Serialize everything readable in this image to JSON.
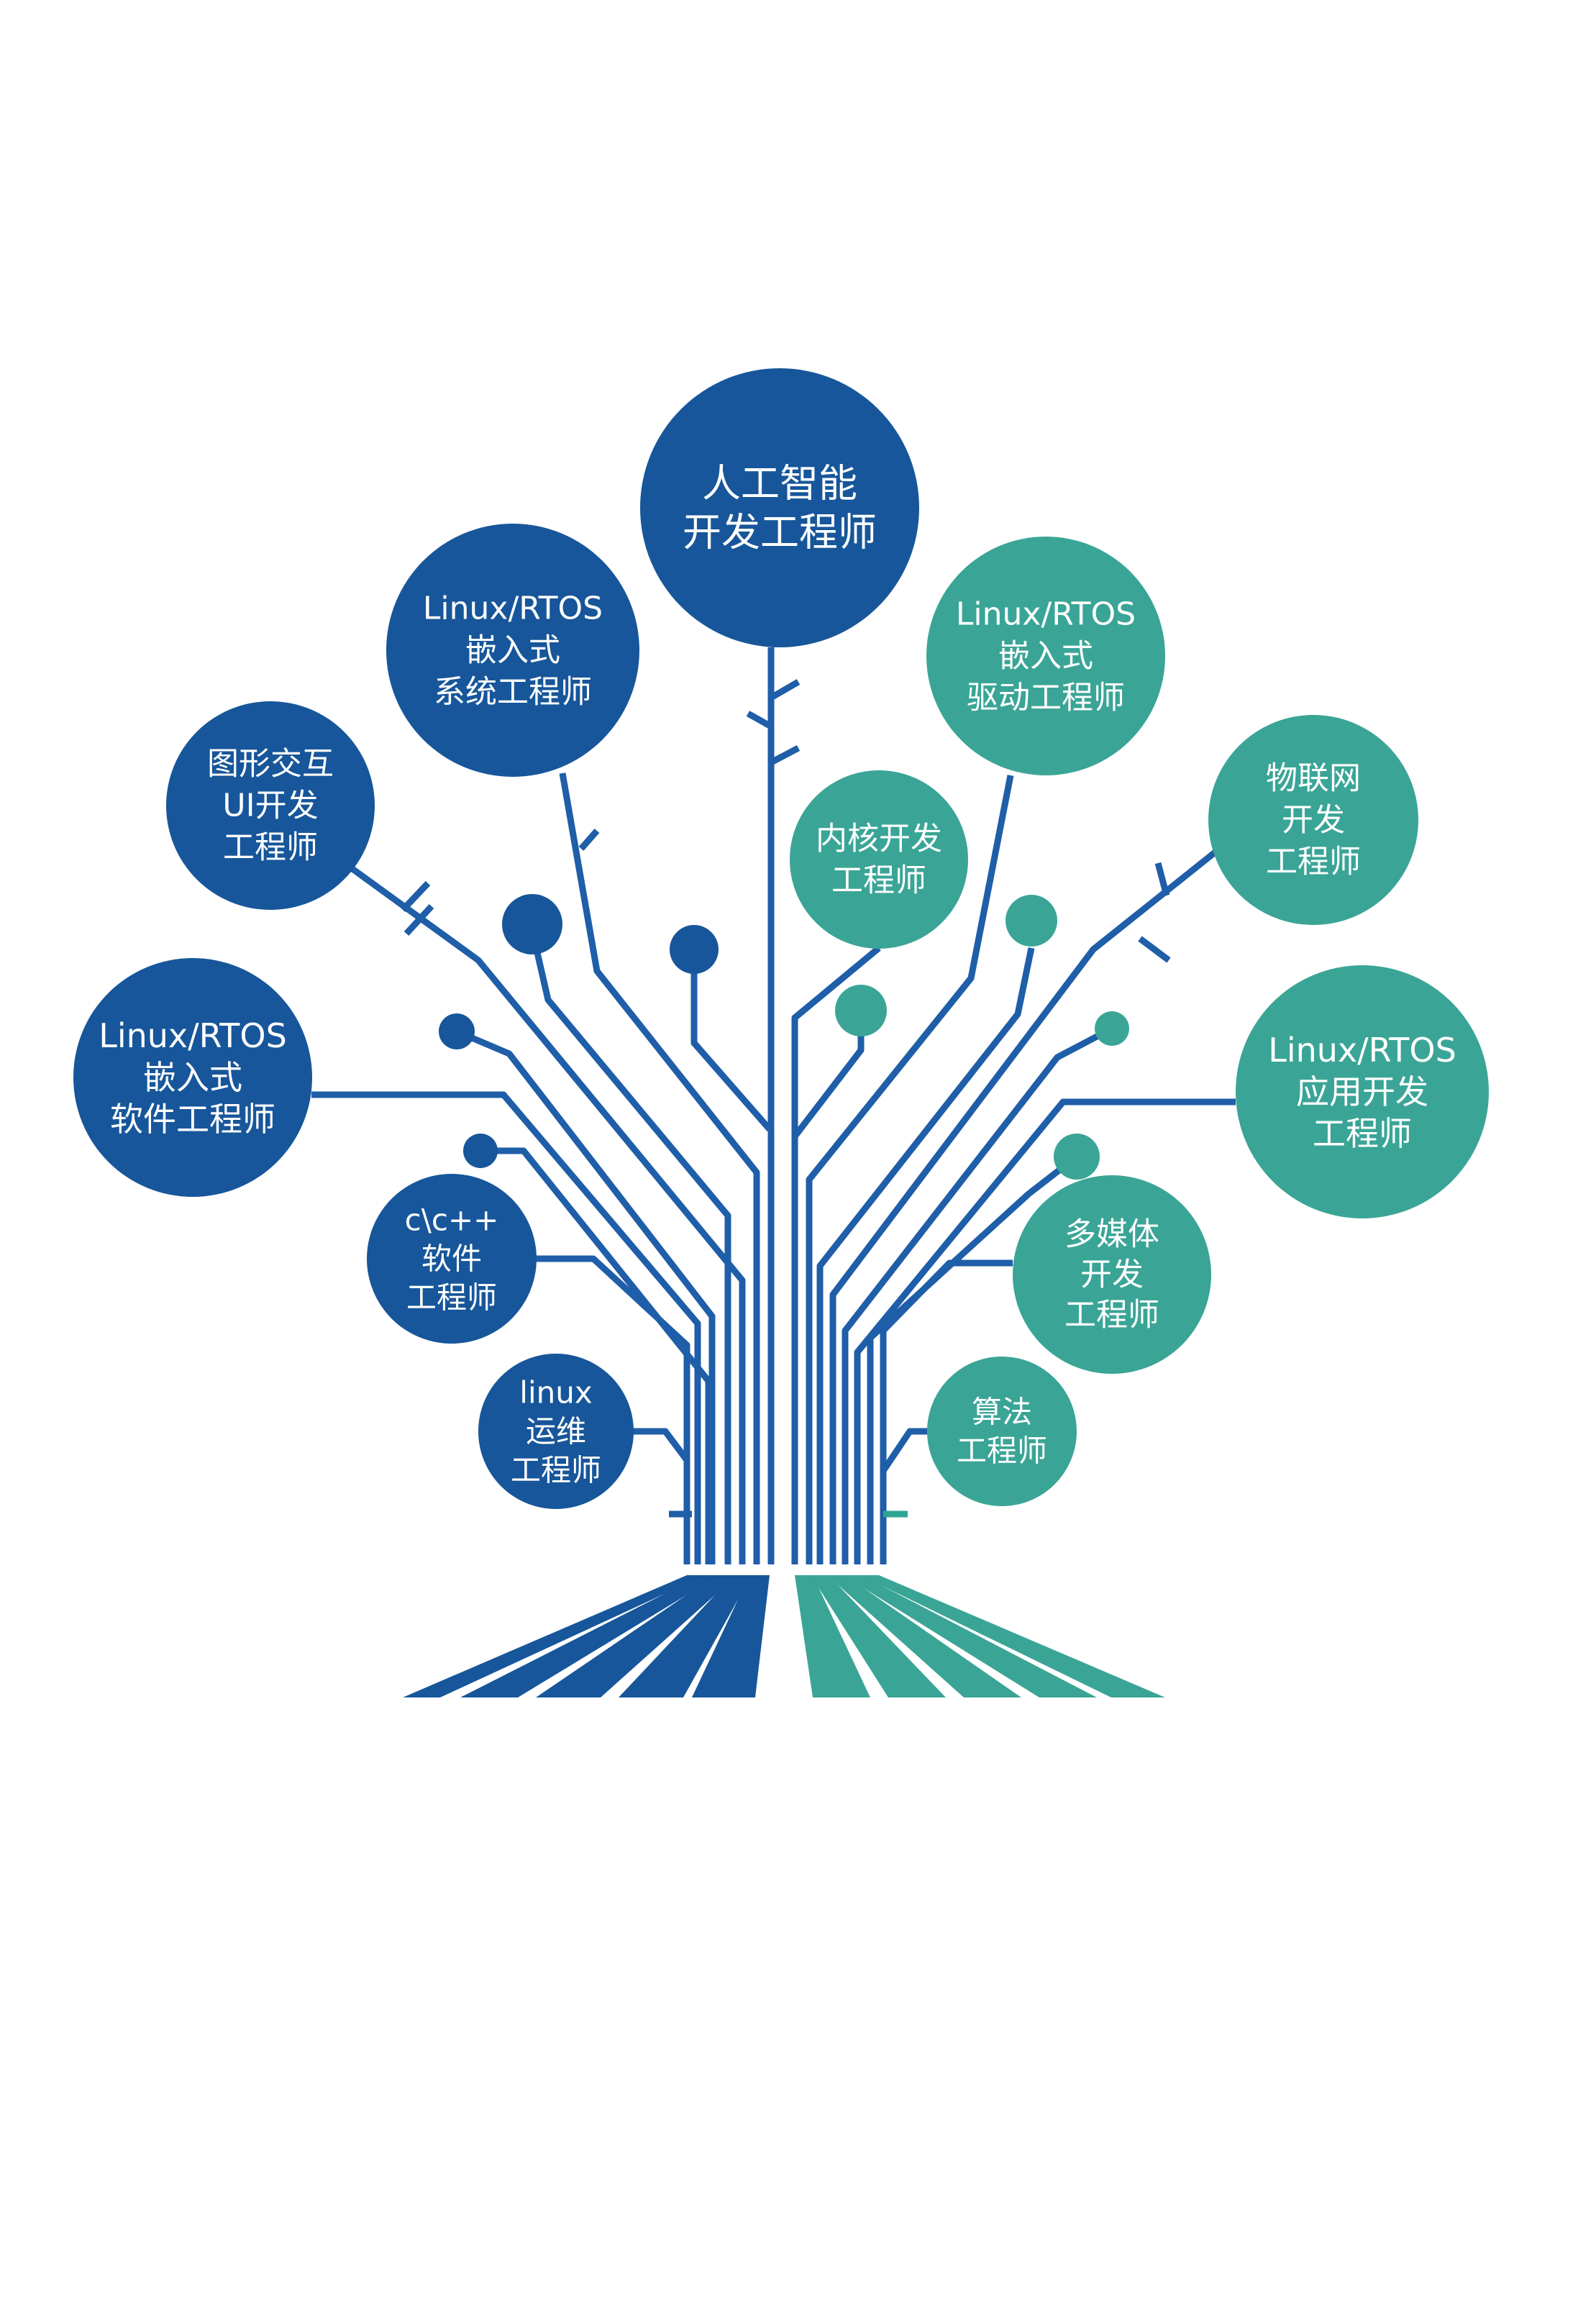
{
  "colors": {
    "blue": "#17569A",
    "teal": "#3AA596",
    "wire_blue": "#1F5EA8",
    "wire_teal": "#2FA593",
    "background": "#FFFFFF"
  },
  "nodes": [
    {
      "id": "ai",
      "lines": [
        "人工智能",
        "开发工程师"
      ],
      "color": "blue"
    },
    {
      "id": "embedded-system",
      "lines": [
        "Linux/RTOS",
        "嵌入式",
        "系统工程师"
      ],
      "color": "blue"
    },
    {
      "id": "embedded-driver",
      "lines": [
        "Linux/RTOS",
        "嵌入式",
        "驱动工程师"
      ],
      "color": "teal"
    },
    {
      "id": "gui",
      "lines": [
        "图形交互",
        "UI开发",
        "工程师"
      ],
      "color": "blue"
    },
    {
      "id": "kernel",
      "lines": [
        "内核开发",
        "工程师"
      ],
      "color": "teal"
    },
    {
      "id": "iot",
      "lines": [
        "物联网",
        "开发",
        "工程师"
      ],
      "color": "teal"
    },
    {
      "id": "embedded-software",
      "lines": [
        "Linux/RTOS",
        "嵌入式",
        "软件工程师"
      ],
      "color": "blue"
    },
    {
      "id": "application",
      "lines": [
        "Linux/RTOS",
        "应用开发",
        "工程师"
      ],
      "color": "teal"
    },
    {
      "id": "cpp",
      "lines": [
        "c\\c++",
        "软件",
        "工程师"
      ],
      "color": "blue"
    },
    {
      "id": "multimedia",
      "lines": [
        "多媒体",
        "开发",
        "工程师"
      ],
      "color": "teal"
    },
    {
      "id": "ops",
      "lines": [
        "linux",
        "运维",
        "工程师"
      ],
      "color": "blue"
    },
    {
      "id": "algorithm",
      "lines": [
        "算法",
        "工程师"
      ],
      "color": "teal"
    }
  ]
}
